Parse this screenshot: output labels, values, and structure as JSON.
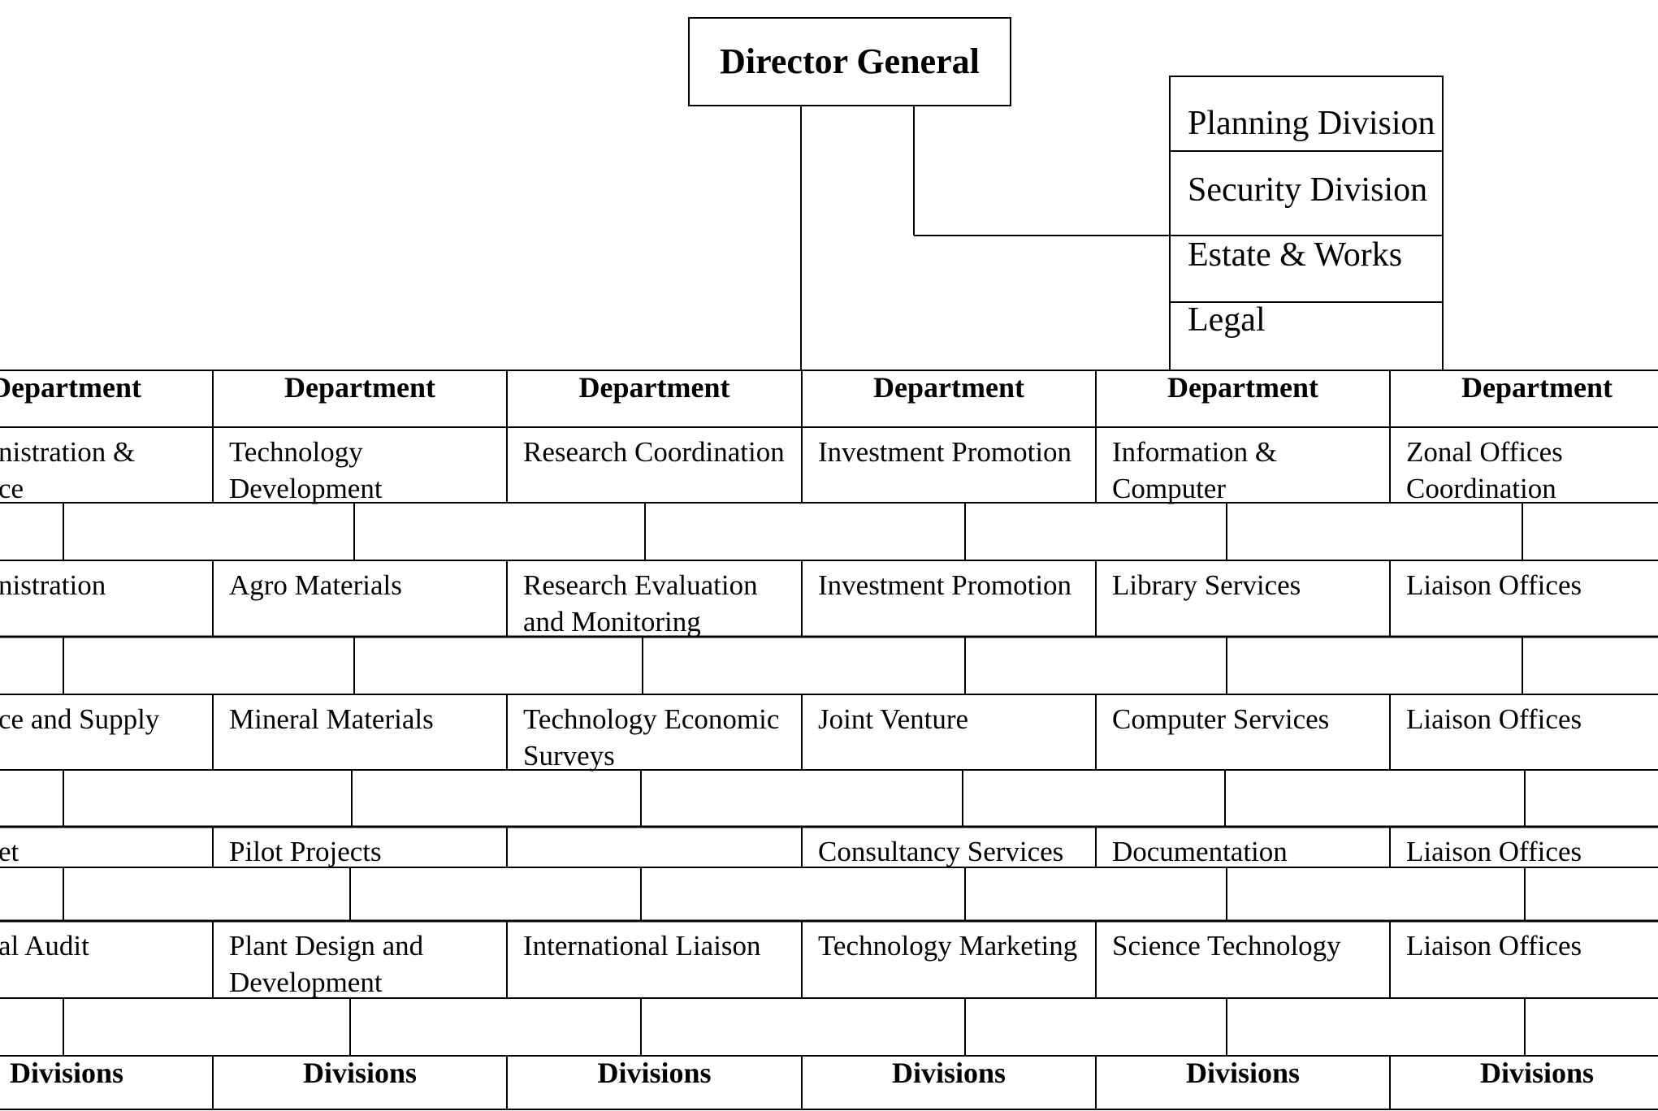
{
  "director": "Director General",
  "side_units": [
    "Planning Division",
    "Security Division",
    "Estate & Works",
    "Legal"
  ],
  "dept_header": [
    "Department",
    "Department",
    "Department",
    "Department",
    "Department",
    "Department"
  ],
  "rows": [
    [
      "nistration &\nce",
      "Technology\nDevelopment",
      "Research Coordination",
      "Investment Promotion",
      "Information &\nComputer",
      "Zonal Offices\nCoordination"
    ],
    [
      "nistration",
      "Agro Materials",
      "Research Evaluation\nand Monitoring",
      "Investment Promotion",
      "Library Services",
      "Liaison Offices"
    ],
    [
      "ce and Supply",
      "Mineral Materials",
      "Technology Economic\nSurveys",
      "Joint Venture",
      "Computer Services",
      "Liaison Offices"
    ],
    [
      "et",
      "Pilot Projects",
      "",
      "Consultancy Services",
      "Documentation",
      "Liaison Offices"
    ],
    [
      "al Audit",
      "Plant Design and\nDevelopment",
      "International Liaison",
      "Technology Marketing",
      "Science Technology",
      "Liaison Offices"
    ]
  ],
  "div_footer": [
    "Divisions",
    "Divisions",
    "Divisions",
    "Divisions",
    "Divisions",
    "Divisions"
  ]
}
